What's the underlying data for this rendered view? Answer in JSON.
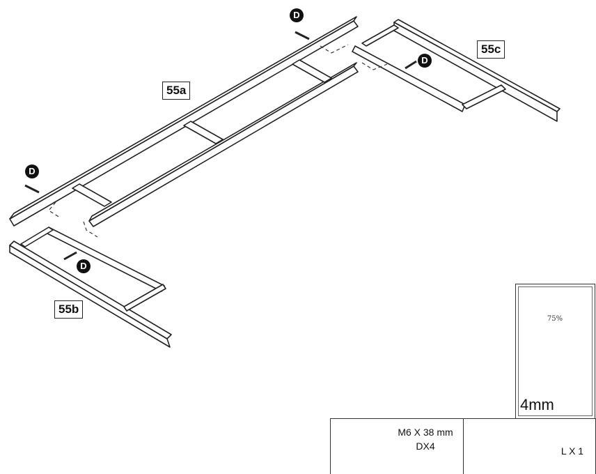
{
  "parts": {
    "frame_a": "55a",
    "frame_b": "55b",
    "frame_c": "55c"
  },
  "screw_tag": "D",
  "tool": {
    "torque_percent": "75%",
    "torque_fraction": 0.75,
    "hex_key_size": "4mm",
    "icon": "hex-key-in-hand-icon"
  },
  "hardware": {
    "screw_spec": "M6 X 38 mm",
    "screw_qty": "DX4",
    "key_qty": "L X 1"
  }
}
